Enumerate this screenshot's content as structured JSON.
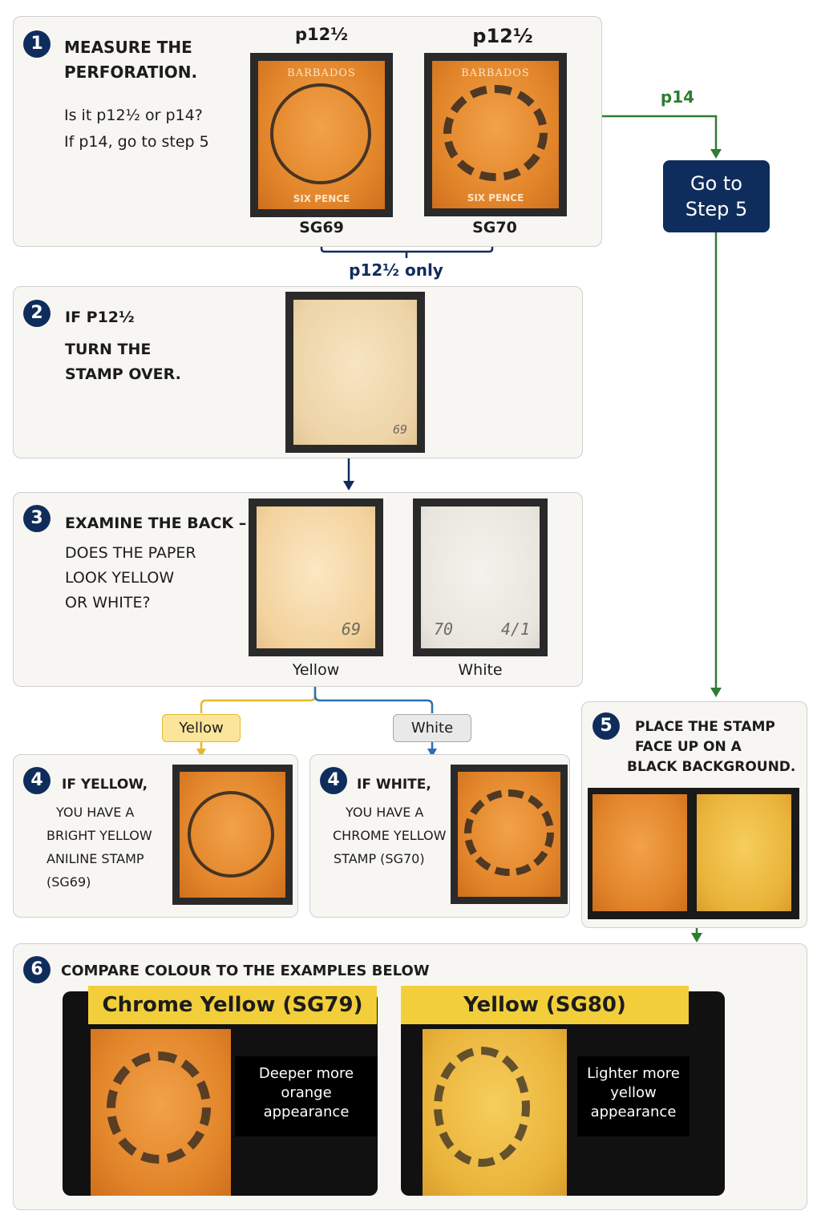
{
  "step1": {
    "number": "1",
    "heading_line1": "MEASURE THE",
    "heading_line2": "PERFORATION.",
    "question": "Is it p12½ or p14?",
    "instruction": "If p14, go to step 5",
    "stamp_left": {
      "perf": "p12½",
      "caption": "SG69",
      "printed_name": "BARBADOS",
      "value_text": "SIX PENCE"
    },
    "stamp_right": {
      "perf": "p12½",
      "caption": "SG70",
      "printed_name": "BARBADOS",
      "value_text": "SIX PENCE"
    },
    "bracket_label": "p12½ only"
  },
  "branch_p14": {
    "label": "p14",
    "color": "#2e7d32"
  },
  "goto": {
    "line1": "Go to",
    "line2": "Step 5"
  },
  "step2": {
    "number": "2",
    "line1": "IF P12½",
    "line2": "TURN THE",
    "line3": "STAMP OVER.",
    "pencil_note": "69"
  },
  "step3": {
    "number": "3",
    "line1": "EXAMINE THE BACK –",
    "line2": "DOES THE PAPER",
    "line3": "LOOK YELLOW",
    "line4": "OR WHITE?",
    "left": {
      "caption": "Yellow",
      "pencil_note": "69"
    },
    "right": {
      "caption": "White",
      "pencil_note_a": "70",
      "pencil_note_b": "4/1"
    }
  },
  "branch_yellow": {
    "label": "Yellow",
    "color": "#e8b82a"
  },
  "branch_white": {
    "label": "White",
    "color": "#2c6fb3"
  },
  "step4_yellow": {
    "number": "4",
    "line1": "IF YELLOW,",
    "line2": "YOU HAVE A",
    "line3": "BRIGHT YELLOW",
    "line4": "ANILINE STAMP",
    "line5": "(SG69)"
  },
  "step4_white": {
    "number": "4",
    "line1": "IF WHITE,",
    "line2": "YOU HAVE A",
    "line3": "CHROME YELLOW",
    "line4": "STAMP (SG70)"
  },
  "step5": {
    "number": "5",
    "line1": "PLACE THE STAMP",
    "line2": "FACE UP ON A",
    "line3": "BLACK BACKGROUND."
  },
  "step6": {
    "number": "6",
    "heading": "COMPARE COLOUR TO THE EXAMPLES BELOW",
    "left": {
      "title": "Chrome Yellow (SG79)",
      "desc1": "Deeper more",
      "desc2": "orange",
      "desc3": "appearance"
    },
    "right": {
      "title": "Yellow (SG80)",
      "desc1": "Lighter more",
      "desc2": "yellow",
      "desc3": "appearance"
    }
  },
  "colors": {
    "navy": "#0f2d5c",
    "green": "#2e7d32",
    "yellow_accent": "#f2cf3a",
    "blue": "#2c6fb3"
  }
}
